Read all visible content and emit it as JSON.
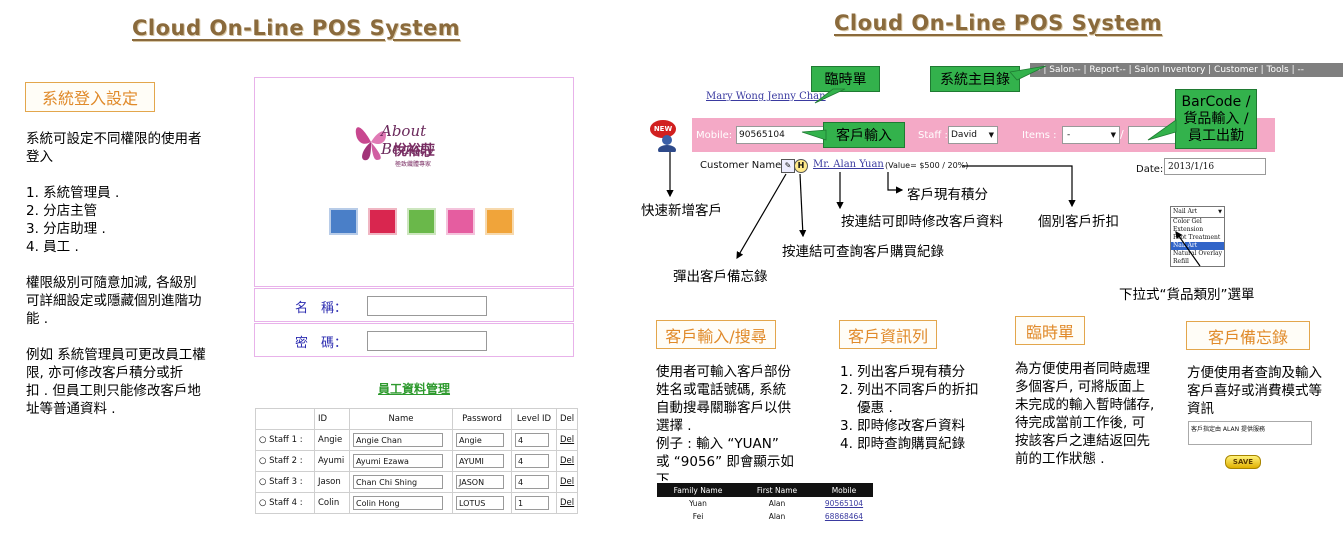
{
  "left": {
    "title": "Cloud On-Line POS System",
    "section_label": "系統登入設定",
    "para1_l1": "系統可設定不同權限的使用者",
    "para1_l2": "登入",
    "roles": [
      "1. 系統管理員 .",
      "2. 分店主管",
      "3. 分店助理 .",
      "4. 員工 ."
    ],
    "para2": [
      "權限級別可隨意加減, 各級別",
      "可詳細設定或隱藏個別進階功",
      "能 ."
    ],
    "para3": [
      "例如 系統管理員可更改員工權",
      "限, 亦可修改客戶積分或折",
      "扣 . 但員工則只能修改客戶地",
      "址等普通資料 ."
    ],
    "login": {
      "logo_text": "About Beauty",
      "logo_cn": "悅裕莊",
      "logo_sub": "極致纖體專家",
      "name_label": "名　稱：",
      "password_label": "密　碼：",
      "staff_title": "員工資料管理"
    },
    "staff_table": {
      "headers": [
        "",
        "ID",
        "Name",
        "Password",
        "Level ID",
        "Del"
      ],
      "rows": [
        {
          "label": "Staff 1 :",
          "id": "Angie",
          "name": "Angie Chan",
          "password": "Angie",
          "level": "4",
          "del": "Del"
        },
        {
          "label": "Staff 2 :",
          "id": "Ayumi",
          "name": "Ayumi Ezawa",
          "password": "AYUMI",
          "level": "4",
          "del": "Del"
        },
        {
          "label": "Staff 3 :",
          "id": "Jason",
          "name": "Chan Chi Shing",
          "password": "JASON",
          "level": "4",
          "del": "Del"
        },
        {
          "label": "Staff 4 :",
          "id": "Colin",
          "name": "Colin Hong",
          "password": "LOTUS",
          "level": "1",
          "del": "Del"
        }
      ]
    }
  },
  "right": {
    "title": "Cloud On-Line POS System",
    "menu": "--  |  Salon--  |  Report--  |  Salon Inventory  |  Customer  |  Tools  |  --",
    "temp_links": "Mary Wong Jenny Chan",
    "callouts": {
      "temp_order": "臨時單",
      "main_menu": "系統主目錄",
      "customer_input": "客戶輸入",
      "barcode_l1": "BarCode /",
      "barcode_l2": "貨品輸入 /",
      "barcode_l3": "員工出勤"
    },
    "form": {
      "mobile_label": "Mobile:",
      "mobile_value": "90565104",
      "staff_label": "Staff :",
      "staff_value": "David",
      "items_label": "Items :",
      "items_value": "-",
      "items_sep": "/",
      "customer_name_label": "Customer Name :",
      "customer_name": "Mr. Alan Yuan",
      "customer_value": "(Value= $500 / 20%)",
      "date_label": "Date:",
      "date_value": "2013/1/16",
      "new_badge": "NEW"
    },
    "dropdown": {
      "selected": "Nail Art",
      "options": [
        "Color Gel",
        "Extension",
        "Foot Treatment",
        "Nail Art",
        "Natural Overlay",
        "Refill"
      ],
      "highlighted": "Nail Art"
    },
    "annotations": {
      "quick_add": "快速新增客戶",
      "points": "客戶現有積分",
      "edit_link": "按連結可即時修改客戶資料",
      "discount": "個別客戶折扣",
      "history": "按連結可查詢客戶購買紀錄",
      "memo_popup": "彈出客戶備忘錄",
      "dropdown_note": "下拉式“貨品類別”選單"
    },
    "sections": {
      "s1_title": "客戶輸入/搜尋",
      "s1_text": [
        "使用者可輸入客戶部份",
        "姓名或電話號碼, 系統",
        "自動搜尋關聯客戶以供",
        "選擇 .",
        "例子 : 輸入 “YUAN”",
        "或 “9056” 即會顯示如",
        "下 ."
      ],
      "s2_title": "客戶資訊列",
      "s2_text": [
        "1. 列出客戶現有積分",
        "2. 列出不同客戶的折扣",
        "    優惠 .",
        "3. 即時修改客戶資料",
        "4. 即時查詢購買紀錄"
      ],
      "s3_title": "臨時單",
      "s3_text": [
        "為方便使用者同時處理",
        "多個客戶, 可將版面上",
        "未完成的輸入暫時儲存,",
        "待完成當前工作後, 可",
        "按該客戶之連結返回先",
        "前的工作狀態 ."
      ],
      "s4_title": "客戶備忘錄",
      "s4_text": [
        "方便使用者查詢及輸入",
        "客戶喜好或消費模式等",
        "資訊"
      ],
      "memo_text": "客戶指定由 ALAN 提供服務",
      "save_label": "SAVE"
    },
    "customer_table": {
      "headers": [
        "Family Name",
        "First Name",
        "Mobile"
      ],
      "rows": [
        {
          "family": "Yuan",
          "first": "Alan",
          "mobile": "90565104"
        },
        {
          "family": "Fei",
          "first": "Alan",
          "mobile": "68868464"
        }
      ]
    },
    "colors": {
      "callout_green": "#33b24c",
      "form_pink": "#f4a9c6",
      "title_brown": "#8a6a3c",
      "section_orange": "#e3a64c",
      "link_blue": "#3a3aa0"
    }
  }
}
